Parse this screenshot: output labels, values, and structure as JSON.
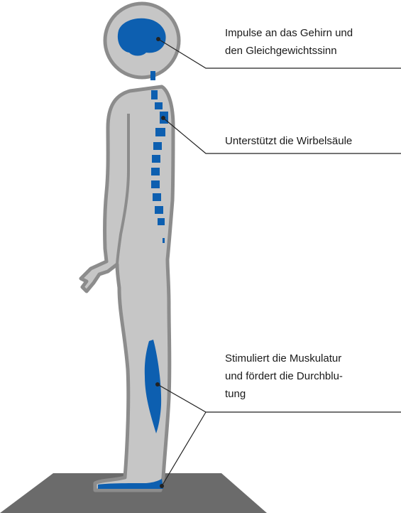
{
  "labels": {
    "brain": "Impulse an das Gehirn und\nden Gleichgewichtssinn",
    "spine": "Unterstützt die Wirbelsäule",
    "muscles": "Stimuliert die Muskulatur\nund fördert die Durchblu-\ntung"
  },
  "colors": {
    "body_fill": "#c6c6c6",
    "body_outline": "#8c8c8c",
    "highlight": "#0d5fb0",
    "platform": "#6b6b6b",
    "leader_line": "#222222"
  }
}
